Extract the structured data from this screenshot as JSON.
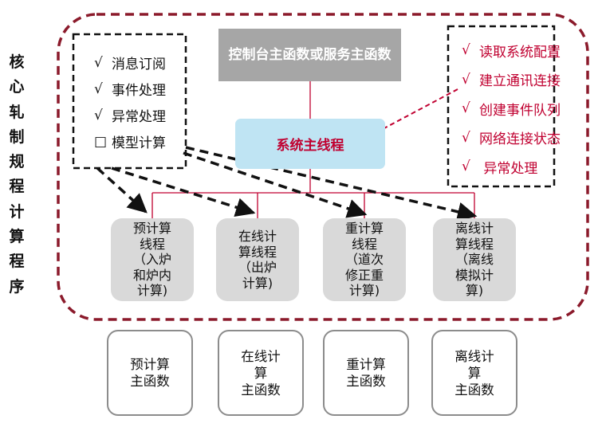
{
  "side_label": [
    "核",
    "心",
    "轧",
    "制",
    "规",
    "程",
    "计",
    "算",
    "程",
    "序"
  ],
  "top_function": "控制台主函数或服务主函数",
  "main_thread": "系统主线程",
  "left_list": [
    {
      "mark": "√",
      "text": "消息订阅"
    },
    {
      "mark": "√",
      "text": "事件处理"
    },
    {
      "mark": "√",
      "text": "异常处理"
    },
    {
      "mark": "□",
      "text": "模型计算"
    }
  ],
  "right_list": [
    {
      "mark": "√",
      "text": "读取系统配置"
    },
    {
      "mark": "√",
      "text": "建立通讯连接"
    },
    {
      "mark": "√",
      "text": "创建事件队列"
    },
    {
      "mark": "√",
      "text": "网络连接状态"
    },
    {
      "mark": "√",
      "text": " 异常处理"
    }
  ],
  "threads": [
    {
      "lines": [
        "预计算",
        "线程",
        "（入炉",
        "和炉内",
        "计算)"
      ]
    },
    {
      "lines": [
        "在线计",
        "算线程",
        "（出炉",
        "计算)"
      ]
    },
    {
      "lines": [
        "重计算",
        "线程",
        "（道次",
        "修正重",
        "计算)"
      ]
    },
    {
      "lines": [
        "离线计",
        "算线程",
        "（离线",
        "模拟计",
        "算)"
      ]
    }
  ],
  "main_functions": [
    {
      "lines": [
        "预计算",
        "主函数"
      ]
    },
    {
      "lines": [
        "在线计",
        "算",
        "主函数"
      ]
    },
    {
      "lines": [
        "重计算",
        "主函数"
      ]
    },
    {
      "lines": [
        "离线计",
        "算",
        "主函数"
      ]
    }
  ],
  "colors": {
    "accent_red": "#c00030",
    "dark_red_border": "#8b1a2b",
    "thread_fill": "#d9d9d9",
    "main_thread_fill": "#bfe4f3",
    "top_fill": "#a6a6a6"
  }
}
